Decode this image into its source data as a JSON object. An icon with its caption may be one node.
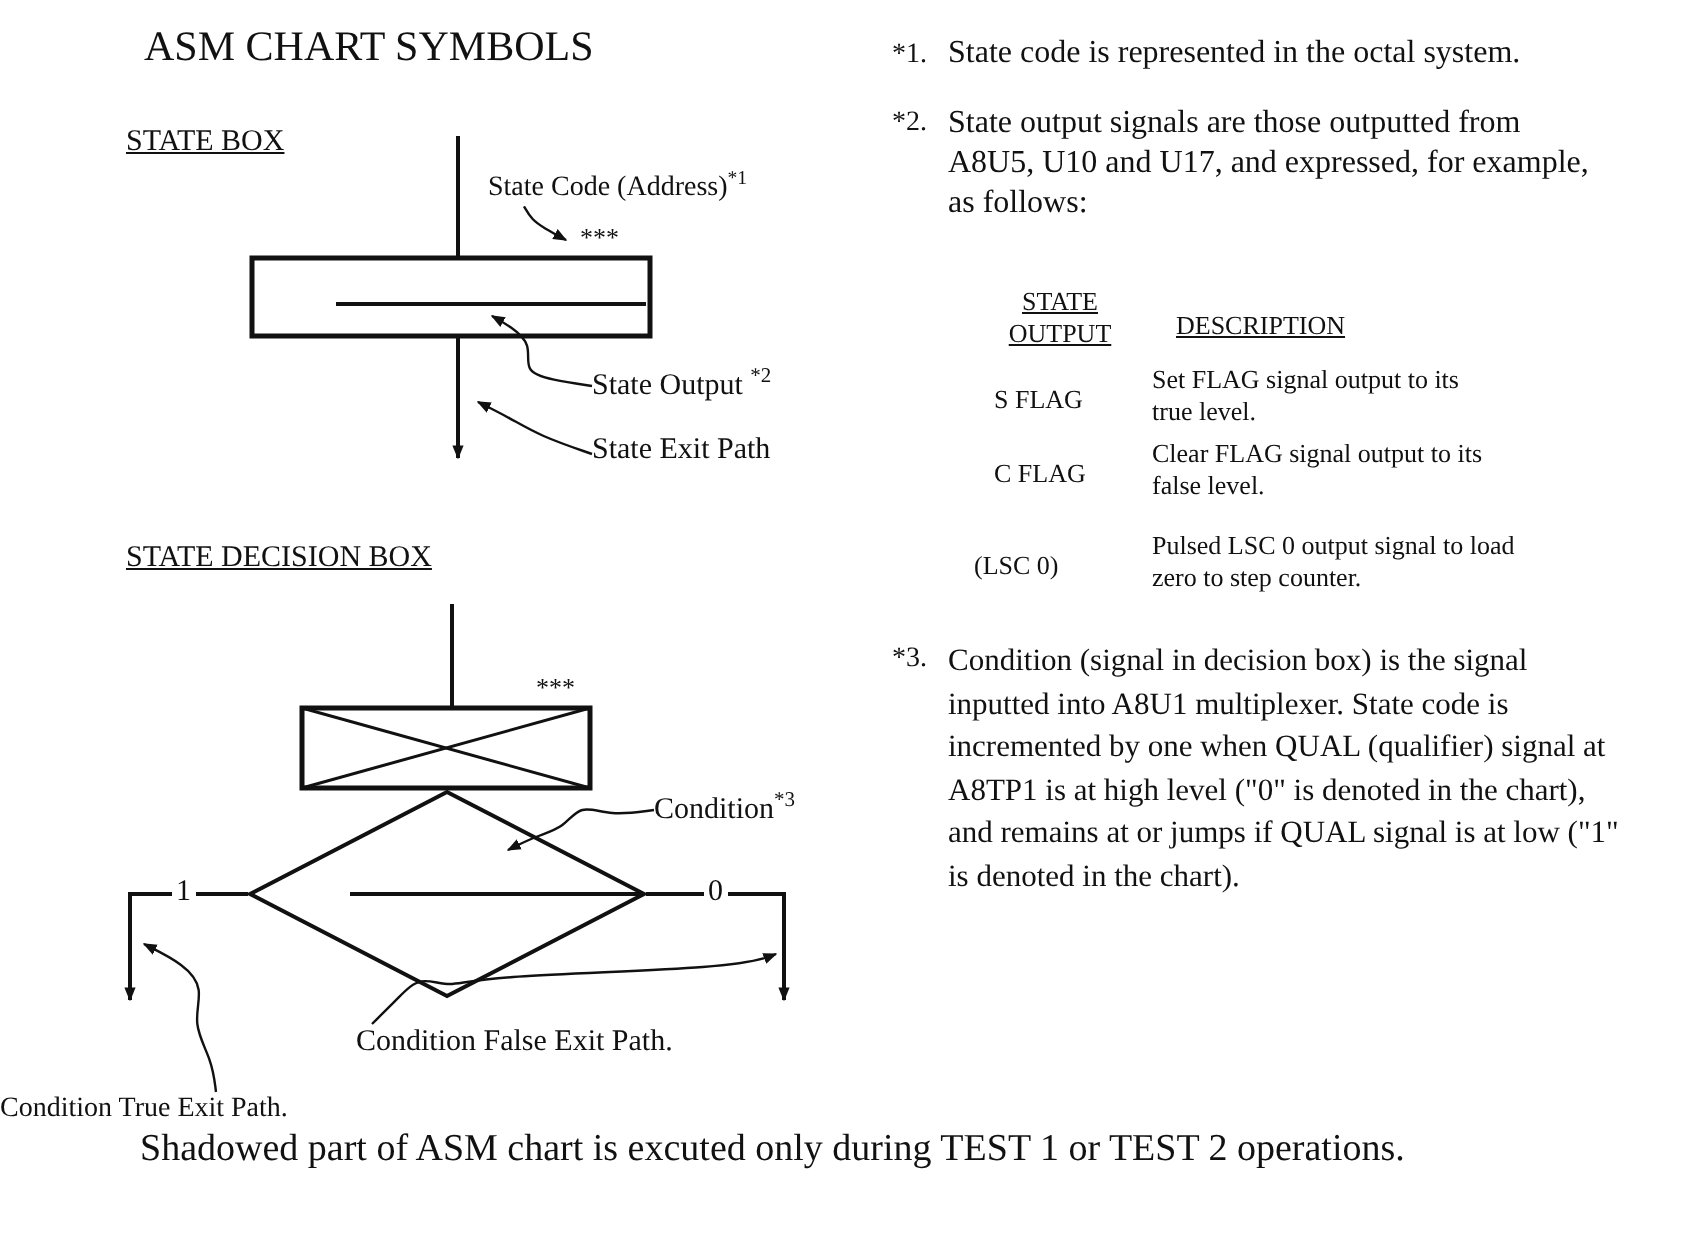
{
  "diagram": {
    "title": "ASM CHART SYMBOLS",
    "nodes": [
      {
        "text": [],
        "shape": "box",
        "beside": [
          "***"
        ]
      },
      {
        "text": [
          "State Code (Address)$^{*1}$"
        ]
      },
      {
        "text": [
          "State Output $^{*2}$"
        ]
      },
      {
        "text": [
          "State Exit Path"
        ]
      },
      {
        "text": [],
        "shape": "box",
        "beside": [
          "***"
        ]
      },
      {
        "text": [],
        "shape": "diamond"
      },
      {
        "text": [
          "Condition$^{*3}$"
        ]
      },
      {
        "text": [
          "Condition False Exit Path."
        ]
      },
      {
        "text": [
          "Condition True Exit Path."
        ]
      }
    ],
    "edges": [
      {
        "from": null,
        "to": 0,
        "arrow": "none"
      },
      {
        "from": 0,
        "to": null,
        "arrow": "to"
      },
      {
        "from": 1,
        "to": null,
        "arrow": "to"
      },
      {
        "from": 2,
        "to": 0,
        "arrow": "to"
      },
      {
        "from": 3,
        "to": null,
        "arrow": "to"
      },
      {
        "from": null,
        "to": 4,
        "arrow": "none"
      },
      {
        "from": 5,
        "to": null,
        "arrow": "to",
        "label": "1"
      },
      {
        "from": 5,
        "to": null,
        "arrow": "to",
        "label": "0"
      },
      {
        "from": 6,
        "to": 5,
        "arrow": "to"
      },
      {
        "from": 7,
        "to": null,
        "arrow": "to"
      },
      {
        "from": 8,
        "to": null,
        "arrow": "to"
      }
    ],
    "labels": [
      "STATE BOX",
      "STATE DECISION BOX",
      "*1.",
      "State code is represented in the octal system.",
      "*2.",
      "State output signals are those outputted from A8U5, U10 and U17, and expressed, for example, as follows:",
      "STATE OUTPUT",
      "DESCRIPTION",
      "S FLAG",
      "Set FLAG signal output to its true level.",
      "C FLAG",
      "Clear FLAG signal output to its false level.",
      "(LSC 0)",
      "Pulsed LSC 0 output signal to load zero to step counter.",
      "*3.",
      "Condition (signal in decision box) is the signal inputted into A8U1 multiplexer. State code is incremented by one when QUAL (qualifier) signal at A8TP1 is at high level (\"0\" is denoted in the chart), and remains at or jumps if QUAL signal is at low (\"1\" is denoted in the chart).",
      "Shadowed part of ASM chart is excuted only during TEST 1 or TEST 2 operations."
    ]
  }
}
